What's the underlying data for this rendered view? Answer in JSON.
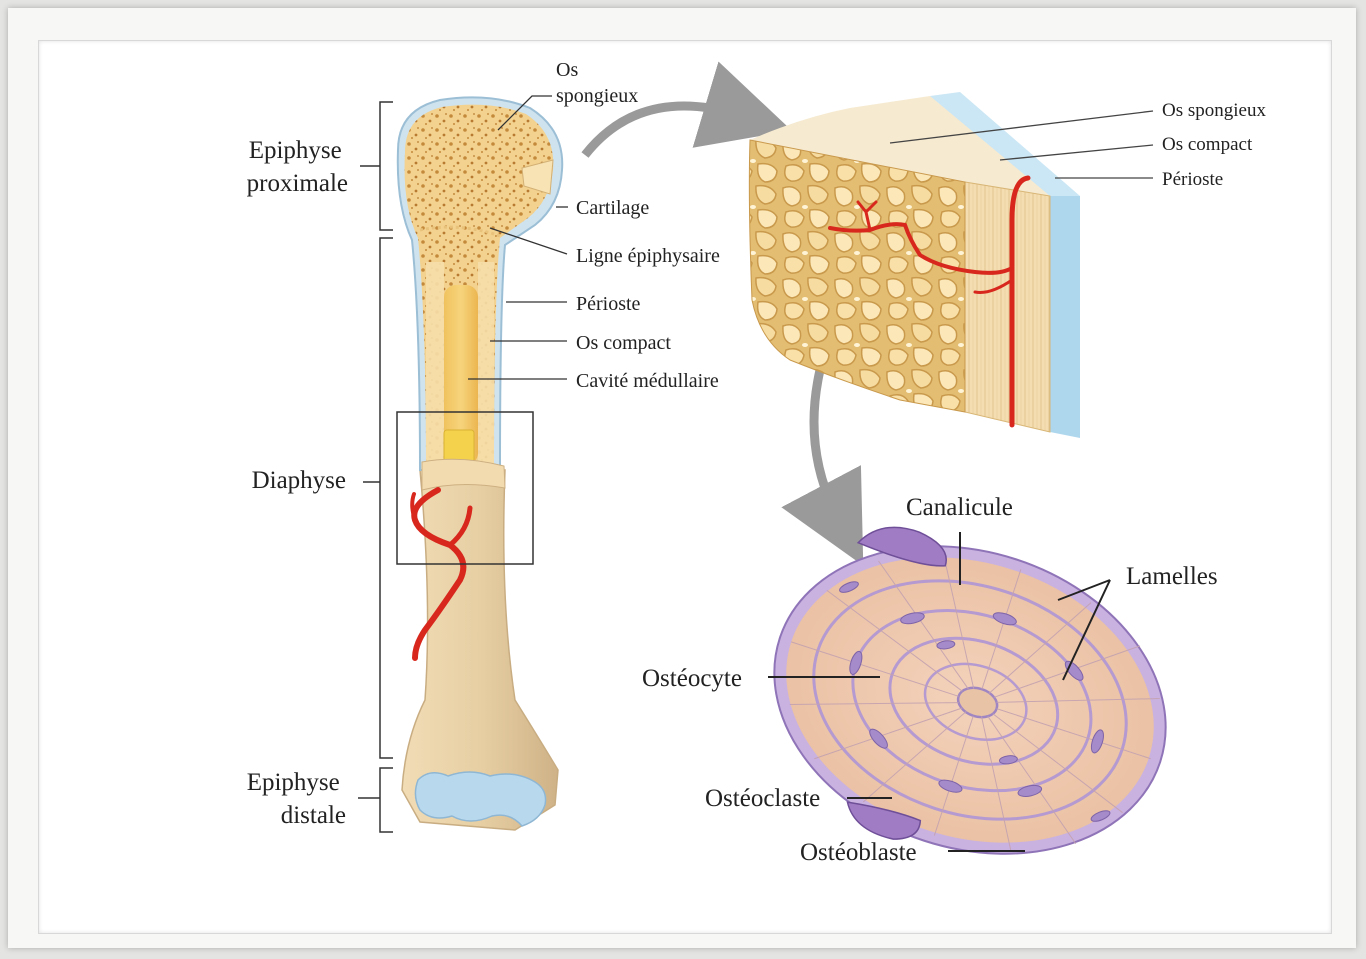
{
  "regions": {
    "proximal_epiphysis": [
      "Epiphyse",
      "proximale"
    ],
    "diaphysis": "Diaphyse",
    "distal_epiphysis": [
      "Epiphyse",
      "distale"
    ]
  },
  "bone_labels": {
    "spongy_bone": [
      "Os",
      "spongieux"
    ],
    "cartilage": "Cartilage",
    "epiphyseal_line": "Ligne épiphysaire",
    "periosteum": "Périoste",
    "compact_bone": "Os compact",
    "medullary_cavity": "Cavité médullaire"
  },
  "section_labels": {
    "spongy_bone": "Os spongieux",
    "compact_bone": "Os compact",
    "periosteum": "Périoste"
  },
  "osteon_labels": {
    "canaliculus": "Canalicule",
    "lamellae": "Lamelles",
    "osteocyte": "Ostéocyte",
    "osteoclast": "Ostéoclaste",
    "osteoblast": "Ostéoblaste"
  },
  "colors": {
    "bone": "#f3d28f",
    "spongy_dots": "#c48a3c",
    "shaft": "#e6cfa5",
    "cartilage": "#b8d8ee",
    "artery": "#d8281e",
    "osteon_fill": "#efc9ae",
    "osteon_membrane": "#b49ad0",
    "arrow": "#9a9a9a"
  }
}
